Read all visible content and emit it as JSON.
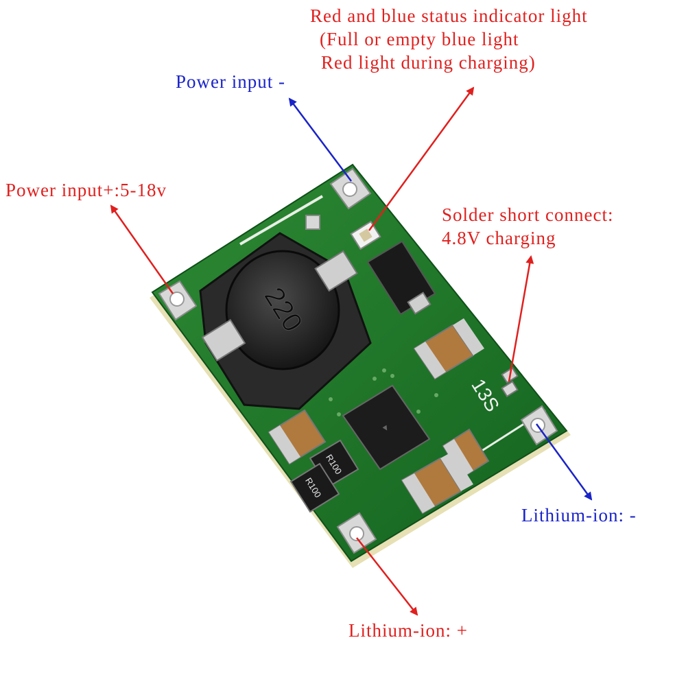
{
  "labels": {
    "status_led_line1": "Red and blue status indicator light",
    "status_led_line2": "(Full or empty blue light",
    "status_led_line3": "Red light during charging)",
    "power_input_neg": "Power input -",
    "power_input_pos": "Power input+:5-18v",
    "solder_short_line1": "Solder short connect:",
    "solder_short_line2": "4.8V charging",
    "lithium_neg": "Lithium-ion: -",
    "lithium_pos": "Lithium-ion: +"
  },
  "board_markings": {
    "inductor": "220",
    "resistor": "R100",
    "resistor_2": "R100",
    "jumper": "13S"
  },
  "colors": {
    "red_annotation": "#e0201e",
    "blue_annotation": "#1a23c8",
    "pcb_green": "#1f7a2a",
    "pcb_edge": "#e6e0b4"
  }
}
